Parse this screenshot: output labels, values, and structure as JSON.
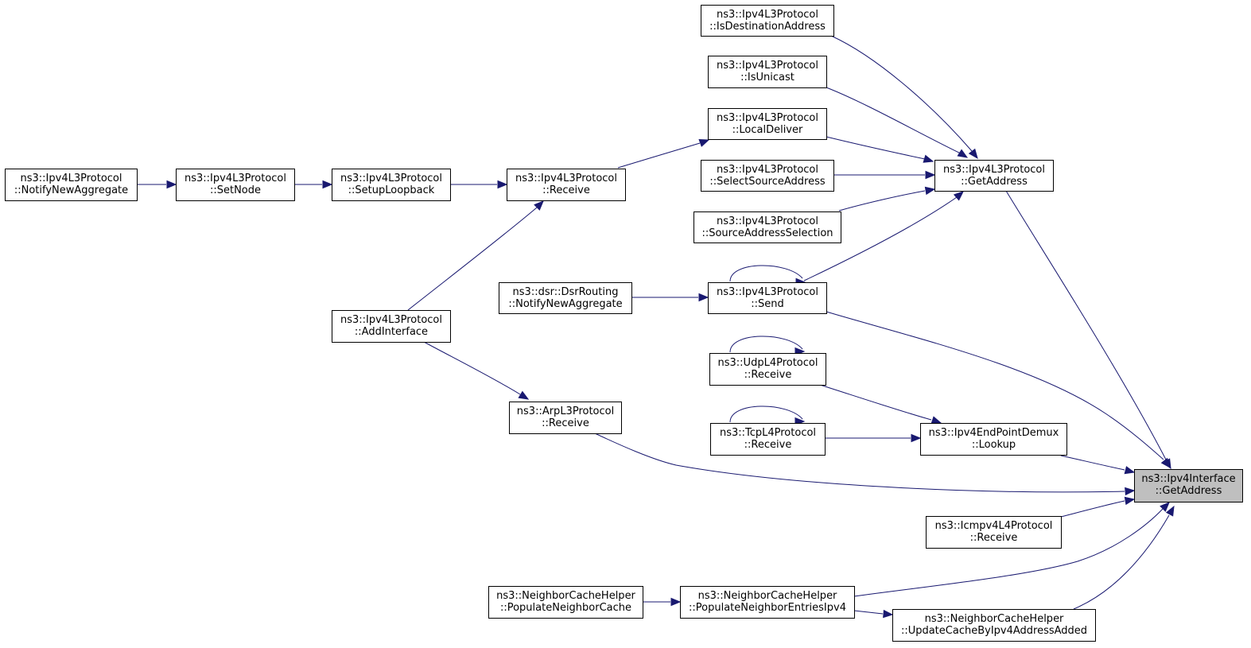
{
  "graph": {
    "title": "",
    "colors": {
      "edge": "#191970",
      "node_border": "#000000",
      "node_fill": "#ffffff",
      "root_fill": "#bfbfbf"
    },
    "nodes": [
      {
        "id": "root",
        "lines": [
          "ns3::Ipv4Interface",
          "::GetAddress"
        ],
        "root": true
      },
      {
        "id": "l3_isdest",
        "lines": [
          "ns3::Ipv4L3Protocol",
          "::IsDestinationAddress"
        ]
      },
      {
        "id": "l3_isunicast",
        "lines": [
          "ns3::Ipv4L3Protocol",
          "::IsUnicast"
        ]
      },
      {
        "id": "l3_localdeliver",
        "lines": [
          "ns3::Ipv4L3Protocol",
          "::LocalDeliver"
        ]
      },
      {
        "id": "l3_selectsrc",
        "lines": [
          "ns3::Ipv4L3Protocol",
          "::SelectSourceAddress"
        ]
      },
      {
        "id": "l3_srcsel",
        "lines": [
          "ns3::Ipv4L3Protocol",
          "::SourceAddressSelection"
        ]
      },
      {
        "id": "l3_getaddress",
        "lines": [
          "ns3::Ipv4L3Protocol",
          "::GetAddress"
        ]
      },
      {
        "id": "l3_notifyagg",
        "lines": [
          "ns3::Ipv4L3Protocol",
          "::NotifyNewAggregate"
        ]
      },
      {
        "id": "l3_setnode",
        "lines": [
          "ns3::Ipv4L3Protocol",
          "::SetNode"
        ]
      },
      {
        "id": "l3_setuploop",
        "lines": [
          "ns3::Ipv4L3Protocol",
          "::SetupLoopback"
        ]
      },
      {
        "id": "l3_receive",
        "lines": [
          "ns3::Ipv4L3Protocol",
          "::Receive"
        ]
      },
      {
        "id": "dsr_notify",
        "lines": [
          "ns3::dsr::DsrRouting",
          "::NotifyNewAggregate"
        ]
      },
      {
        "id": "l3_send",
        "lines": [
          "ns3::Ipv4L3Protocol",
          "::Send"
        ]
      },
      {
        "id": "l3_addif",
        "lines": [
          "ns3::Ipv4L3Protocol",
          "::AddInterface"
        ]
      },
      {
        "id": "udp_receive",
        "lines": [
          "ns3::UdpL4Protocol",
          "::Receive"
        ]
      },
      {
        "id": "arp_receive",
        "lines": [
          "ns3::ArpL3Protocol",
          "::Receive"
        ]
      },
      {
        "id": "tcp_receive",
        "lines": [
          "ns3::TcpL4Protocol",
          "::Receive"
        ]
      },
      {
        "id": "demux_lookup",
        "lines": [
          "ns3::Ipv4EndPointDemux",
          "::Lookup"
        ]
      },
      {
        "id": "icmp_receive",
        "lines": [
          "ns3::Icmpv4L4Protocol",
          "::Receive"
        ]
      },
      {
        "id": "nch_populate",
        "lines": [
          "ns3::NeighborCacheHelper",
          "::PopulateNeighborCache"
        ]
      },
      {
        "id": "nch_entries",
        "lines": [
          "ns3::NeighborCacheHelper",
          "::PopulateNeighborEntriesIpv4"
        ]
      },
      {
        "id": "nch_update",
        "lines": [
          "ns3::NeighborCacheHelper",
          "::UpdateCacheByIpv4AddressAdded"
        ]
      }
    ],
    "edges": [
      {
        "from": "l3_isdest",
        "to": "l3_getaddress"
      },
      {
        "from": "l3_isunicast",
        "to": "l3_getaddress"
      },
      {
        "from": "l3_localdeliver",
        "to": "l3_getaddress"
      },
      {
        "from": "l3_selectsrc",
        "to": "l3_getaddress"
      },
      {
        "from": "l3_srcsel",
        "to": "l3_getaddress"
      },
      {
        "from": "l3_send",
        "to": "l3_getaddress"
      },
      {
        "from": "l3_getaddress",
        "to": "root"
      },
      {
        "from": "l3_receive",
        "to": "l3_localdeliver"
      },
      {
        "from": "l3_setuploop",
        "to": "l3_receive"
      },
      {
        "from": "l3_setnode",
        "to": "l3_setuploop"
      },
      {
        "from": "l3_notifyagg",
        "to": "l3_setnode"
      },
      {
        "from": "l3_addif",
        "to": "l3_receive"
      },
      {
        "from": "l3_addif",
        "to": "arp_receive"
      },
      {
        "from": "dsr_notify",
        "to": "l3_send"
      },
      {
        "from": "l3_send",
        "to": "l3_send"
      },
      {
        "from": "l3_send",
        "to": "root"
      },
      {
        "from": "udp_receive",
        "to": "udp_receive"
      },
      {
        "from": "udp_receive",
        "to": "demux_lookup"
      },
      {
        "from": "tcp_receive",
        "to": "tcp_receive"
      },
      {
        "from": "tcp_receive",
        "to": "demux_lookup"
      },
      {
        "from": "demux_lookup",
        "to": "root"
      },
      {
        "from": "arp_receive",
        "to": "root"
      },
      {
        "from": "icmp_receive",
        "to": "root"
      },
      {
        "from": "nch_populate",
        "to": "nch_entries"
      },
      {
        "from": "nch_entries",
        "to": "nch_update"
      },
      {
        "from": "nch_entries",
        "to": "root"
      },
      {
        "from": "nch_update",
        "to": "root"
      }
    ]
  }
}
